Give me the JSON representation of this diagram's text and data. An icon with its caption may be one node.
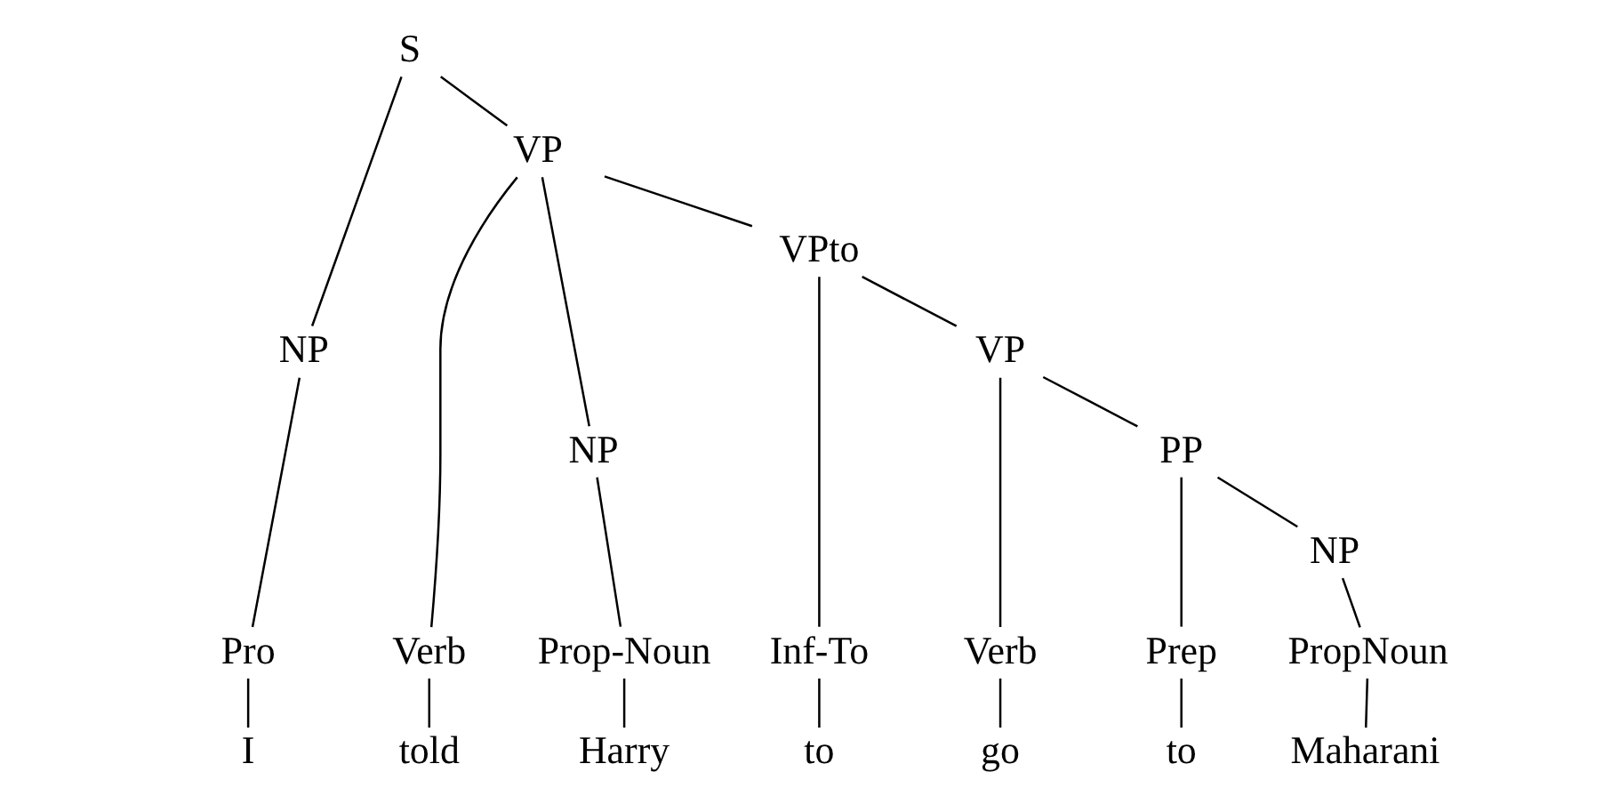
{
  "diagram": {
    "nodes": [
      {
        "text": [
          "S"
        ]
      },
      {
        "text": [
          "NP"
        ]
      },
      {
        "text": [
          "VP"
        ]
      },
      {
        "text": [
          "NP"
        ]
      },
      {
        "text": [
          "VPto"
        ]
      },
      {
        "text": [
          "VP"
        ]
      },
      {
        "text": [
          "PP"
        ]
      },
      {
        "text": [
          "NP"
        ]
      },
      {
        "text": [
          "Pro"
        ]
      },
      {
        "text": [
          "Verb"
        ]
      },
      {
        "text": [
          "Prop-Noun"
        ]
      },
      {
        "text": [
          "Inf-To"
        ]
      },
      {
        "text": [
          "Verb"
        ]
      },
      {
        "text": [
          "Prep"
        ]
      },
      {
        "text": [
          "PropNoun"
        ]
      },
      {
        "text": [
          "I"
        ]
      },
      {
        "text": [
          "told"
        ]
      },
      {
        "text": [
          "Harry"
        ]
      },
      {
        "text": [
          "to"
        ]
      },
      {
        "text": [
          "go"
        ]
      },
      {
        "text": [
          "to"
        ]
      },
      {
        "text": [
          "Maharani"
        ]
      }
    ],
    "edges": [
      {
        "from": 0,
        "to": 1,
        "arrow": "none"
      },
      {
        "from": 0,
        "to": 2,
        "arrow": "none"
      },
      {
        "from": 1,
        "to": 8,
        "arrow": "none"
      },
      {
        "from": 2,
        "to": 9,
        "arrow": "none"
      },
      {
        "from": 2,
        "to": 3,
        "arrow": "none"
      },
      {
        "from": 2,
        "to": 4,
        "arrow": "none"
      },
      {
        "from": 3,
        "to": 10,
        "arrow": "none"
      },
      {
        "from": 4,
        "to": 11,
        "arrow": "none"
      },
      {
        "from": 4,
        "to": 5,
        "arrow": "none"
      },
      {
        "from": 5,
        "to": 12,
        "arrow": "none"
      },
      {
        "from": 5,
        "to": 6,
        "arrow": "none"
      },
      {
        "from": 6,
        "to": 13,
        "arrow": "none"
      },
      {
        "from": 6,
        "to": 7,
        "arrow": "none"
      },
      {
        "from": 7,
        "to": 14,
        "arrow": "none"
      },
      {
        "from": 8,
        "to": 15,
        "arrow": "none"
      },
      {
        "from": 9,
        "to": 16,
        "arrow": "none"
      },
      {
        "from": 10,
        "to": 17,
        "arrow": "none"
      },
      {
        "from": 11,
        "to": 18,
        "arrow": "none"
      },
      {
        "from": 12,
        "to": 19,
        "arrow": "none"
      },
      {
        "from": 13,
        "to": 20,
        "arrow": "none"
      },
      {
        "from": 14,
        "to": 21,
        "arrow": "none"
      }
    ]
  }
}
